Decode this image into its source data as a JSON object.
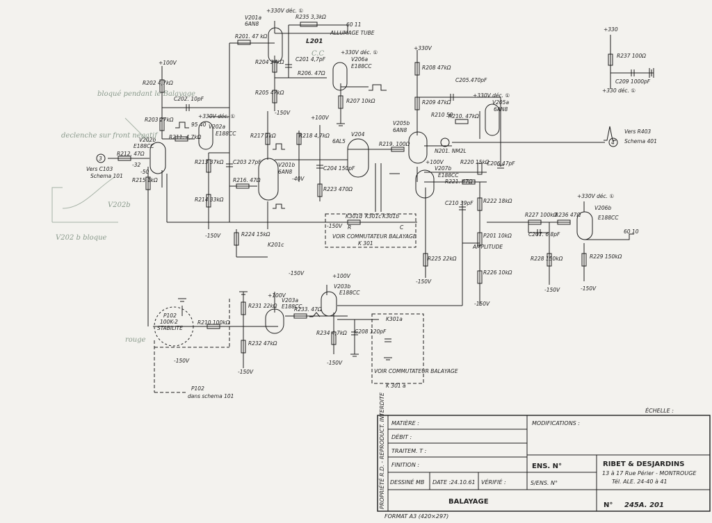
{
  "labels": {
    "v201a": "V201a",
    "v201a_type": "6AN8",
    "v201a_supply": "+330V déc. ①",
    "r201": "R201. 47 kΩ",
    "r235": "R235 3,3kΩ",
    "l201": "L201",
    "allumage": "ALLUMAGE TUBE",
    "pulse_top": "60 11",
    "cc_note": "C.C",
    "c201": "C201 4,7pF",
    "r206": "R206. 47Ω",
    "v206a": "V206a",
    "v206a_type": "E188CC",
    "v206a_supply": "+330V déc. ①",
    "r207": "R207 10kΩ",
    "r204": "R204 27kΩ",
    "r205": "R205 47kΩ",
    "neg150_a": "-150V",
    "plus100_a": "+100V",
    "r202": "R202 4,7kΩ",
    "c202": "C202. 10pF",
    "v202a_supply": "+330V déc. ①",
    "v202a": "V202a",
    "v202a_type": "E188CC",
    "r211": "R211. 4,7kΩ",
    "pulse_95": "95 40",
    "r203": "R203 27kΩ",
    "v202b": "V202b",
    "v202b_type": "E188CC",
    "r212": "R212. 47Ω",
    "vers_c103": "Vers C103",
    "schema101": "Schema 101",
    "in3": "3",
    "r213": "R213 37kΩ",
    "c203": "C203 27pF",
    "r217": "R217 1kΩ",
    "r218": "R218 4,7kΩ",
    "plus100_b": "+100V",
    "v201b": "V201b",
    "v201b_type": "6AN8",
    "r216": "R216. 47Ω",
    "r214": "R214 33kΩ",
    "r215": "R215 1kΩ",
    "neg32": "-32",
    "neg50": "-50",
    "c204": "C204 150pF",
    "r223": "R223 470Ω",
    "v204": "V204",
    "v204_type": "6AL5",
    "r219": "R219. 100Ω",
    "neg40": "-40V",
    "r224": "R224 15kΩ",
    "neg150_b": "-150V",
    "k201c": "K201c",
    "neg150_c": "-150V",
    "plus330_a": "+330V",
    "r208": "R208 47kΩ",
    "c205": "C205.470pF",
    "r209": "R209 47kΩ",
    "v205b": "V205b",
    "v205b_type": "6AN8",
    "r210": "R210 50",
    "r210b": "R210. 47kΩ",
    "v205a": "V205a",
    "v205a_type": "6AN8",
    "v205a_supply": "+330V déc. ①",
    "n201": "N201. NM2L",
    "vers_r403": "Vers R403",
    "schema401": "Schema 401",
    "out4": "4",
    "v207b": "V207b",
    "v207b_type": "E188CC",
    "r220": "R220 15kΩ",
    "r221": "R221. 47Ω",
    "c206": "C206 47pF",
    "plus100_c": "+100V",
    "k301d": "K301d",
    "k301c": "K301c",
    "k301b": "K301b",
    "neg150_d": "-150V",
    "r_label": "R",
    "c_label": "C",
    "voir_k301": "VOIR COMMUTATEUR BALAYAGE",
    "k301": "K 301",
    "c210": "C210 39pF",
    "r222": "R222 18kΩ",
    "r227": "R227 100kΩ",
    "r236": "R236 47Ω",
    "v206b_supply": "+330V déc. ①",
    "v206b": "V206b",
    "v206b_type": "E188CC",
    "p201": "P201 10kΩ",
    "amplitude": "AMPLITUDE",
    "c207": "C207. 6,8pF",
    "r228": "R228 150kΩ",
    "r229": "R229 150kΩ",
    "neg150_e": "-150V",
    "neg150_f": "-150V",
    "pulse_60": "60 10",
    "r225": "R225 22kΩ",
    "r226": "R226 10kΩ",
    "neg150_g": "-150V",
    "neg150_h": "-150V",
    "plus100_d": "+100V",
    "v203b": "V203b",
    "v203b_type": "E188CC",
    "plus100_e": "+100V",
    "v203a": "V203a",
    "v203a_type": "E188CC",
    "r231": "R231 22kΩ",
    "r233": "R233. 47Ω",
    "r232": "R232 47kΩ",
    "r234": "R234 4,7kΩ",
    "c208": "C208 120pF",
    "neg150_i": "-150V",
    "neg150_j": "-150V",
    "k301a": "K301a",
    "voir_k301a": "VOIR COMMUTATEUR BALAYAGE",
    "k301a_b": "K 301 a",
    "p102": "P102",
    "p102_val": "100K-2",
    "stabilite": "STABILITE",
    "r210c": "R210 100kΩ",
    "neg150_k": "-150V",
    "p102_ref": "P102",
    "dans_schema": "dans schema 101",
    "plus330_b": "+330",
    "r237": "R237 100Ω",
    "c209": "C209 1000pF",
    "plus330_dec": "+330 déc. ①"
  },
  "handwritten": {
    "bloque": "bloqué pendant le Balayage",
    "declenche": "declenche sur front negatif",
    "v202b_bloque": "V202 b bloque",
    "rouge": "rouge",
    "v202b_c": "V202b"
  },
  "title_block": {
    "echelle": "ÉCHELLE :",
    "matiere": "MATIÈRE :",
    "debit": "DÉBIT :",
    "traitement": "TRAITEM. T :",
    "finition": "FINITION :",
    "modifications": "MODIFICATIONS :",
    "ens_no": "ENS. N°",
    "sens_no": "S/ENS. N°",
    "company": "RIBET & DESJARDINS",
    "address": "13 à 17 Rue Périer - MONTROUGE",
    "tel": "Tél. ALE. 24-40 à 41",
    "dessine": "DESSINÉ :",
    "dessine_val": "MB",
    "date": "DATE :",
    "date_val": "24.10.61",
    "verifie": "VÉRIFIÉ :",
    "title": "BALAYAGE",
    "number_prefix": "N°",
    "number": "245A. 201",
    "side_label": "PROPRIÉTÉ R.D. - REPRODUCT. INTERDITE",
    "format": "FORMAT A3 (420×297)"
  }
}
